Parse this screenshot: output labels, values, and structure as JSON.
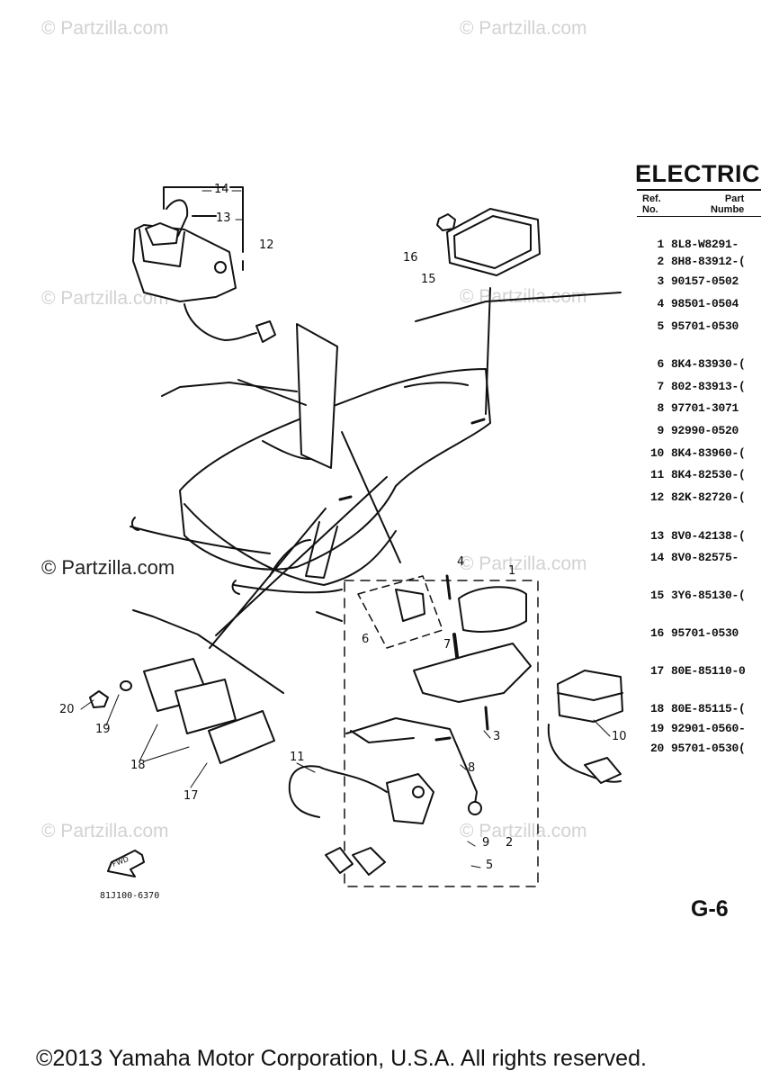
{
  "watermarks": {
    "text": "© Partzilla.com",
    "light_positions_count": 7
  },
  "section": {
    "title": "ELECTRIC",
    "col_ref": [
      "Ref.",
      "No."
    ],
    "col_part": [
      "Part",
      "Numbe"
    ]
  },
  "parts": [
    {
      "ref": "1",
      "part": "8L8-W8291-"
    },
    {
      "ref": "2",
      "part": "8H8-83912-("
    },
    {
      "ref": "3",
      "part": "90157-0502"
    },
    {
      "ref": "4",
      "part": "98501-0504"
    },
    {
      "ref": "5",
      "part": "95701-0530"
    },
    {
      "ref": "6",
      "part": "8K4-83930-("
    },
    {
      "ref": "7",
      "part": "802-83913-("
    },
    {
      "ref": "8",
      "part": "97701-3071"
    },
    {
      "ref": "9",
      "part": "92990-0520"
    },
    {
      "ref": "10",
      "part": "8K4-83960-("
    },
    {
      "ref": "11",
      "part": "8K4-82530-("
    },
    {
      "ref": "12",
      "part": "82K-82720-("
    },
    {
      "ref": "13",
      "part": "8V0-42138-("
    },
    {
      "ref": "14",
      "part": "8V0-82575-"
    },
    {
      "ref": "15",
      "part": "3Y6-85130-("
    },
    {
      "ref": "16",
      "part": "95701-0530"
    },
    {
      "ref": "17",
      "part": "80E-85110-0"
    },
    {
      "ref": "18",
      "part": "80E-85115-("
    },
    {
      "ref": "19",
      "part": "92901-0560-"
    },
    {
      "ref": "20",
      "part": "95701-0530("
    }
  ],
  "callouts": [
    "14",
    "13",
    "12",
    "16",
    "15",
    "1",
    "4",
    "6",
    "7",
    "20",
    "19",
    "18",
    "17",
    "11",
    "8",
    "3",
    "10",
    "9",
    "2",
    "5"
  ],
  "fwd_label": "FWD",
  "diagram_code": "81J100-6370",
  "page_code": "G-6",
  "copyright": "©2013 Yamaha Motor Corporation, U.S.A. All rights reserved."
}
